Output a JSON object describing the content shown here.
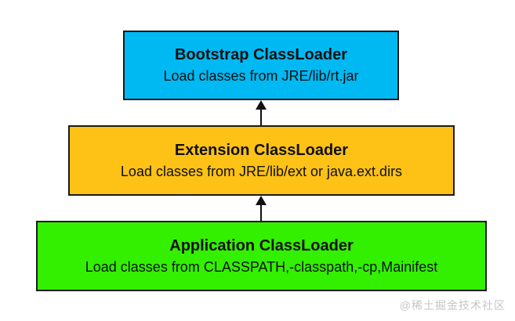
{
  "diagram": {
    "boxes": [
      {
        "id": "bootstrap",
        "title": "Bootstrap ClassLoader",
        "subtitle": "Load classes from JRE/lib/rt.jar",
        "color": "#00b9f2"
      },
      {
        "id": "extension",
        "title": "Extension ClassLoader",
        "subtitle": "Load classes from JRE/lib/ext or java.ext.dirs",
        "color": "#fdc215"
      },
      {
        "id": "application",
        "title": "Application ClassLoader",
        "subtitle": "Load classes from CLASSPATH,-classpath,-cp,Mainifest",
        "color": "#33f000"
      }
    ],
    "arrows": [
      {
        "from": "extension",
        "to": "bootstrap",
        "direction": "up"
      },
      {
        "from": "application",
        "to": "extension",
        "direction": "up"
      }
    ],
    "watermark": "@稀土掘金技术社区",
    "colors": {
      "background": "#ffffff",
      "border": "#1a1a1a",
      "text": "#101010",
      "arrow": "#111111",
      "watermark_text": "#c6c6c6"
    }
  }
}
